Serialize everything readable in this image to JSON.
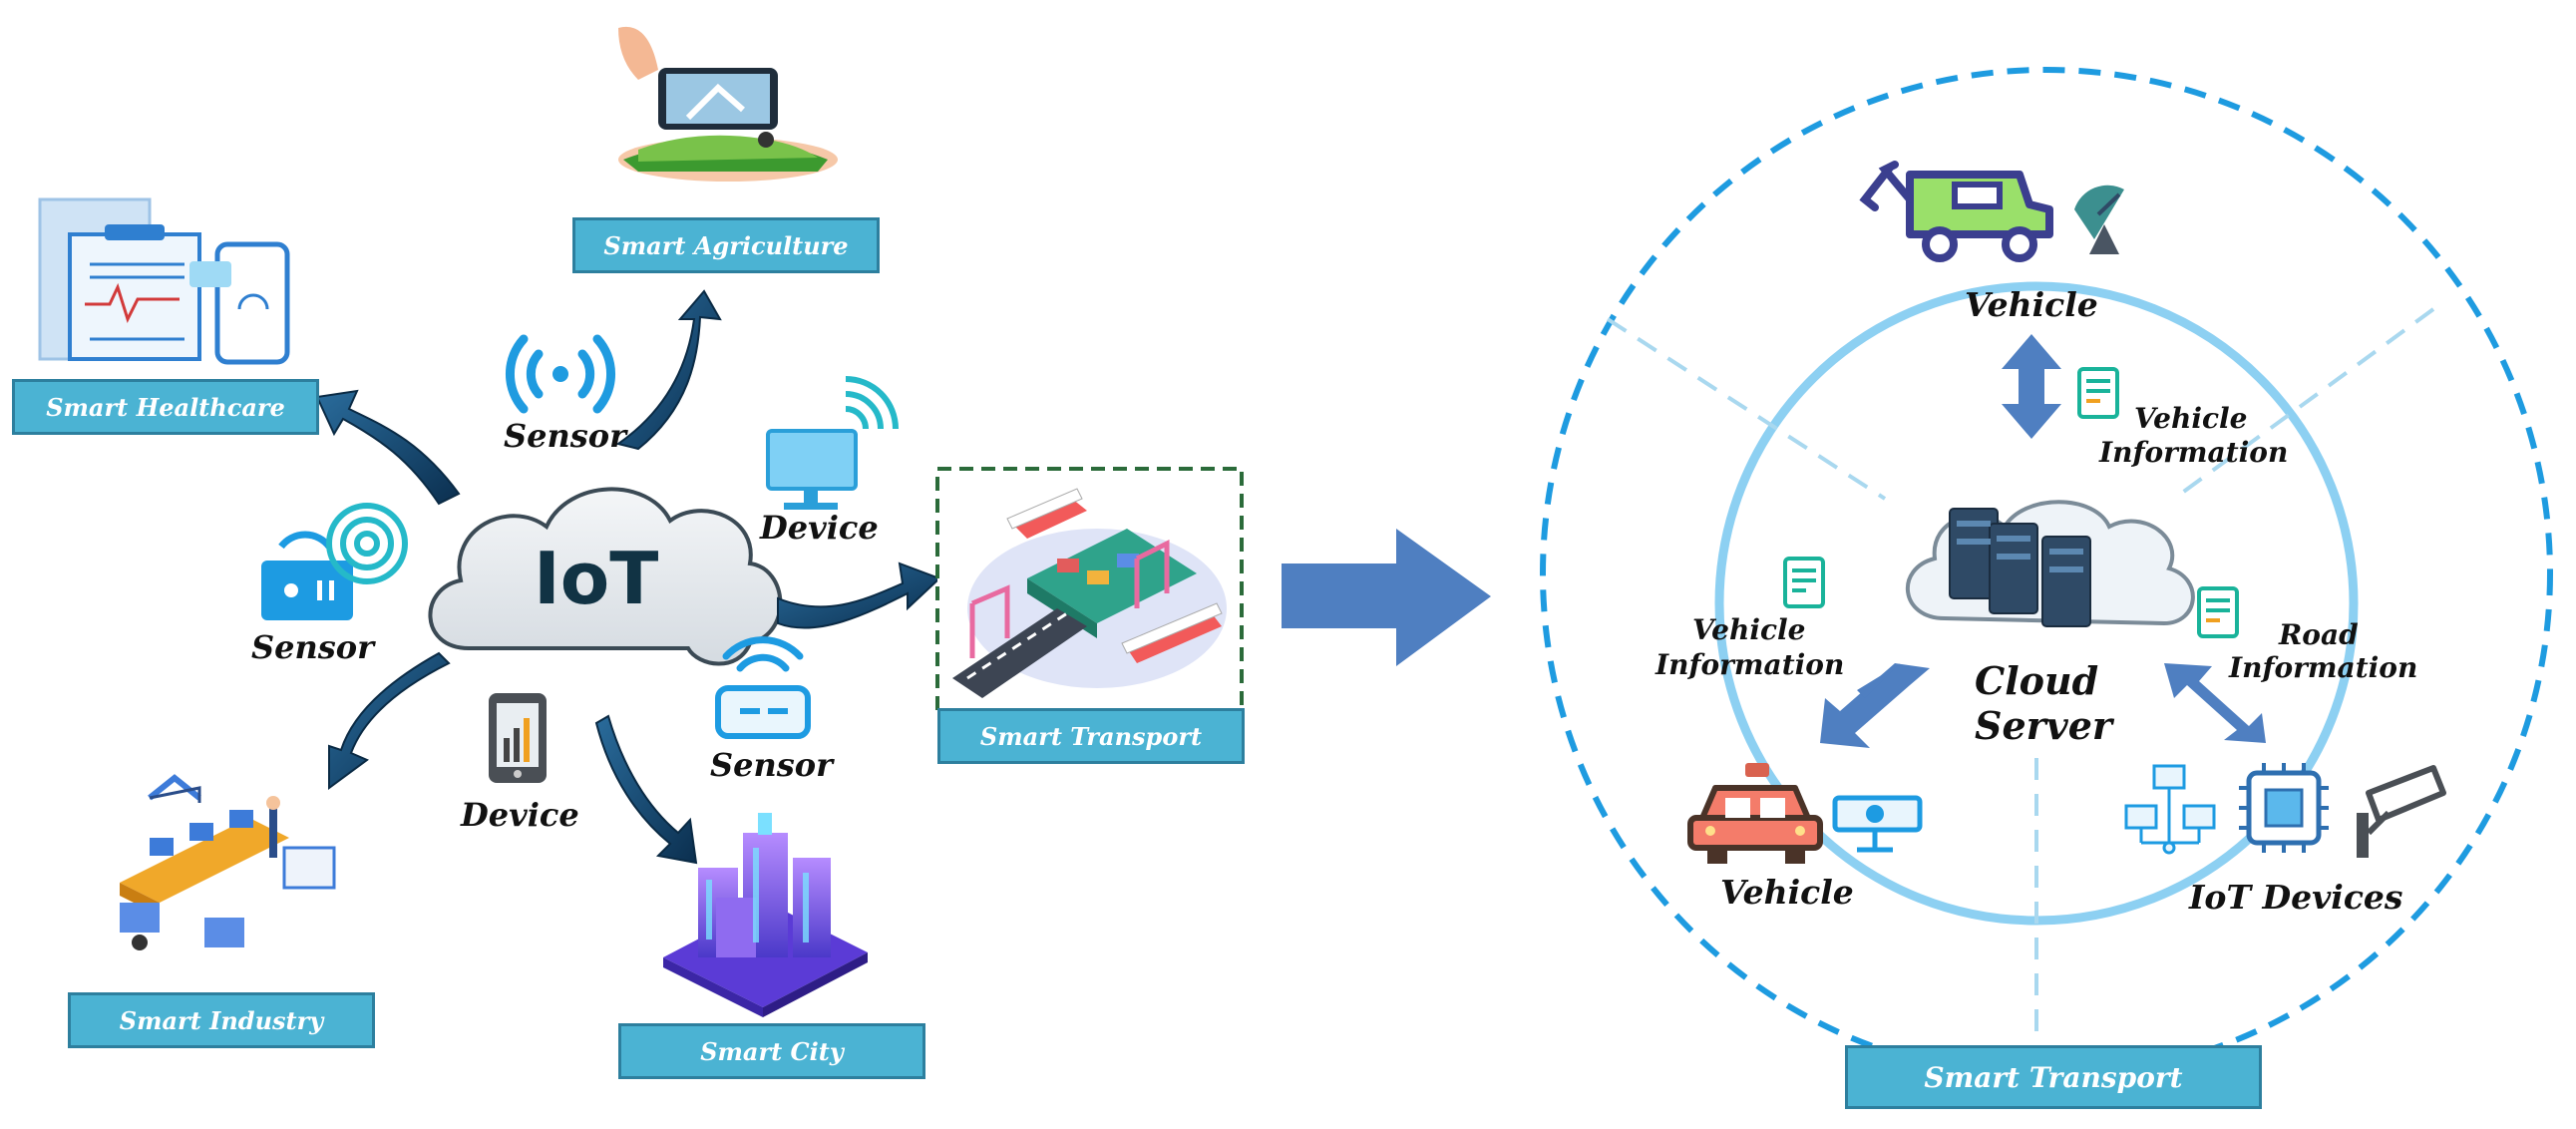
{
  "colors": {
    "arrow_dark": "#0d3d63",
    "arrow_mid": "#1b5a86",
    "caption_fill": "#4bb3d3",
    "caption_border": "#2d7f9e",
    "big_arrow": "#4f7fc1",
    "dashed_ring": "#1e9be0",
    "inner_ring": "#8dd0f2",
    "icon_blue": "#2aa5e8",
    "doc_green": "#19b39a"
  },
  "left": {
    "hub_label": "IoT",
    "sensor_labels": [
      "Sensor",
      "Sensor",
      "Sensor"
    ],
    "device_labels": [
      "Device",
      "Device"
    ],
    "captions": {
      "agriculture": "Smart Agriculture",
      "healthcare": "Smart Healthcare",
      "transport": "Smart Transport",
      "industry": "Smart Industry",
      "city": "Smart City"
    }
  },
  "right": {
    "server_label": "Cloud Server",
    "server_line1": "Cloud",
    "server_line2": "Server",
    "vehicle_top": "Vehicle",
    "vehicle_bottom": "Vehicle",
    "iot_devices": "IoT Devices",
    "vehicle_info_top_l1": "Vehicle",
    "vehicle_info_top_l2": "Information",
    "vehicle_info_left_l1": "Vehicle",
    "vehicle_info_left_l2": "Information",
    "road_info_l1": "Road",
    "road_info_l2": "Information",
    "caption": "Smart Transport"
  }
}
